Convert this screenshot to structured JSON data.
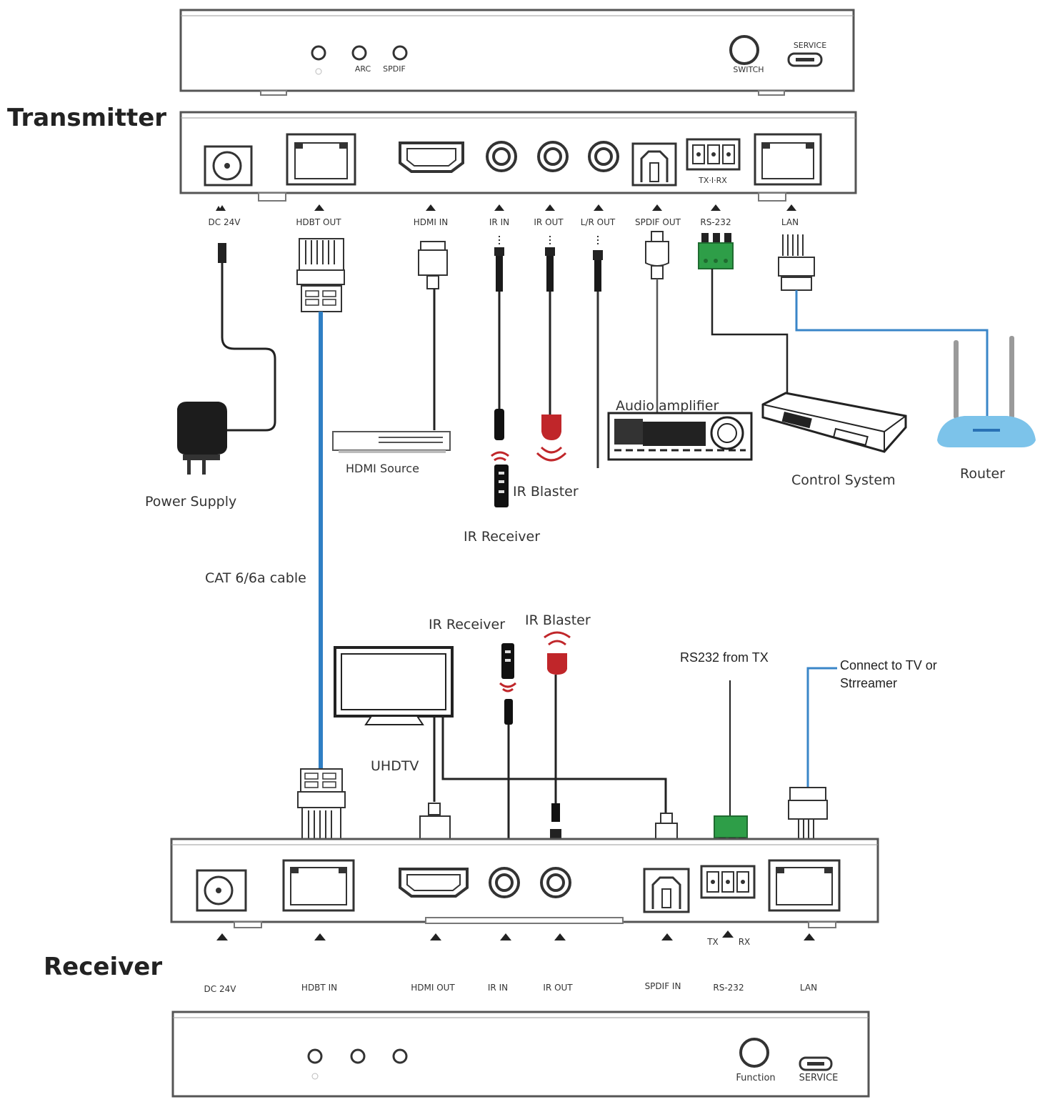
{
  "labels": {
    "transmitter": "Transmitter",
    "receiver": "Receiver"
  },
  "tx_front": {
    "arc": "ARC",
    "spdif": "SPDIF",
    "switch": "SWITCH",
    "service": "SERVICE"
  },
  "tx_ports": {
    "dc": "DC 24V",
    "hdbt_out": "HDBT OUT",
    "hdmi_in": "HDMI IN",
    "ir_in": "IR IN",
    "ir_out": "IR OUT",
    "lr_out": "L/R OUT",
    "spdif_out": "SPDIF OUT",
    "rs232": "RS-232",
    "lan": "LAN",
    "txrx": "TX·I·RX"
  },
  "tx_devices": {
    "power_supply": "Power Supply",
    "hdmi_source": "HDMI Source",
    "ir_blaster": "IR Blaster",
    "ir_receiver": "IR Receiver",
    "audio_amplifier": "Audio amplifier",
    "control_system": "Control System",
    "router": "Router"
  },
  "cable": "CAT 6/6a cable",
  "rx_devices": {
    "ir_receiver": "IR Receiver",
    "ir_blaster": "IR Blaster",
    "uhdtv": "UHDTV",
    "rs232_from_tx": "RS232 from TX",
    "connect_tv_line1": "Connect to TV or",
    "connect_tv_line2": "Strreamer"
  },
  "rx_ports": {
    "dc": "DC 24V",
    "hdbt_in": "HDBT IN",
    "hdmi_out": "HDMI OUT",
    "ir_in": "IR IN",
    "ir_out": "IR OUT",
    "spdif_in": "SPDIF IN",
    "rs232": "RS-232",
    "lan": "LAN",
    "tx": "TX",
    "rx": "RX"
  },
  "rx_front": {
    "function": "Function",
    "service": "SERVICE"
  },
  "colors": {
    "cable_blue": "#2f7fc4",
    "terminal_green": "#2e9e48",
    "blaster_red": "#c0262a",
    "router_blue": "#7cc3ea",
    "outline": "#555555"
  }
}
